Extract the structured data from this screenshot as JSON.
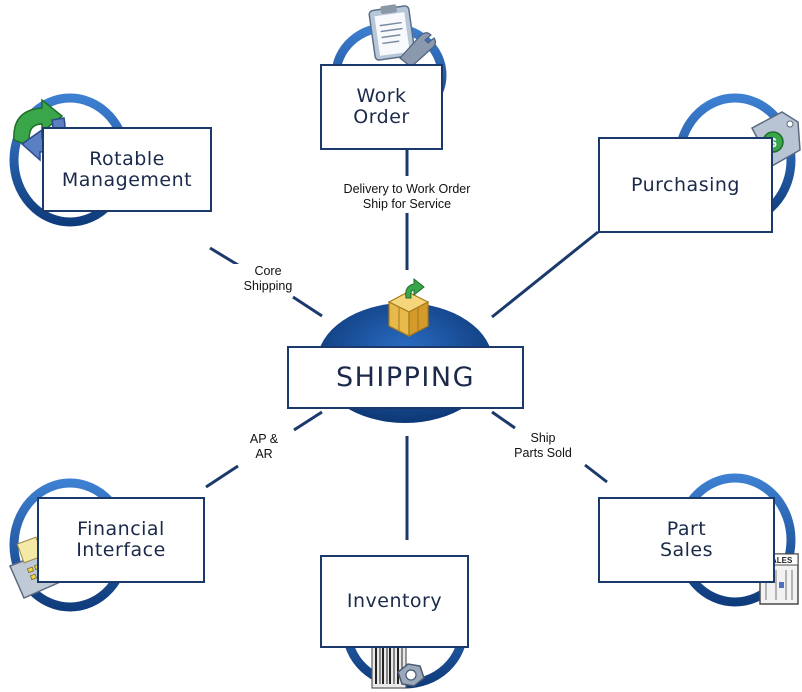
{
  "center": {
    "label": "SHIPPING"
  },
  "nodes": {
    "work_order": {
      "label": "Work\nOrder"
    },
    "rotable": {
      "label": "Rotable\nManagement"
    },
    "purchasing": {
      "label": "Purchasing"
    },
    "financial": {
      "label": "Financial\nInterface"
    },
    "inventory": {
      "label": "Inventory"
    },
    "part_sales": {
      "label": "Part\nSales"
    }
  },
  "connectors": {
    "work_order": "Delivery to Work Order\nShip for Service",
    "rotable": "Core\nShipping",
    "financial": "AP &\nAR",
    "part_sales": "Ship\nParts Sold"
  },
  "icons": {
    "sales_sign": "SALES"
  },
  "colors": {
    "ring": "#1f5aa6",
    "ring_dark": "#123a75",
    "border": "#1b3a6b",
    "line": "#1b3a6b"
  }
}
